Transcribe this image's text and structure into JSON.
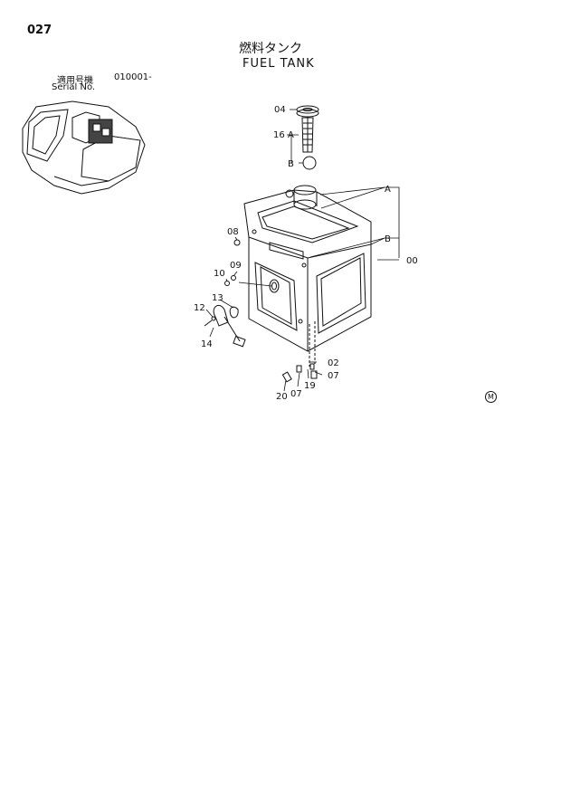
{
  "page_number": "027",
  "title_jp": "燃料タンク",
  "title_en": "FUEL TANK",
  "serial": {
    "label_jp": "適用号機",
    "value": "010001-",
    "label_en": "Serial No."
  },
  "mark": "M",
  "callouts": {
    "c04": "04",
    "c16": "16",
    "cA1": "A",
    "cB1": "B",
    "cA2": "A",
    "cB2": "B",
    "c00": "00",
    "c08": "08",
    "c09": "09",
    "c10": "10",
    "c13": "13",
    "c12": "12",
    "c14": "14",
    "c02": "02",
    "c07a": "07",
    "c19": "19",
    "c07b": "07",
    "c20": "20"
  }
}
